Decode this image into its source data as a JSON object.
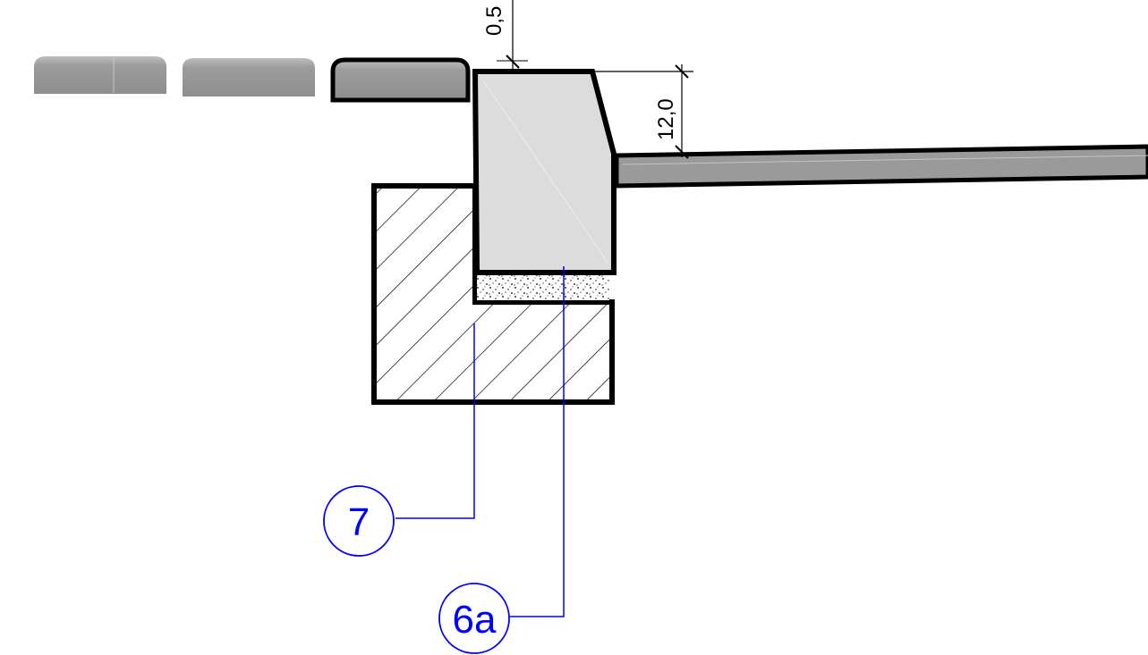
{
  "dimensions": {
    "gap": "0,5",
    "curb_height": "12,0"
  },
  "callouts": {
    "foundation": "7",
    "curb": "6a"
  },
  "colors": {
    "outline": "#000000",
    "curb_fill": "#dcdcdc",
    "paver_fill": "#9a9a9a",
    "leader": "#0000ff"
  }
}
